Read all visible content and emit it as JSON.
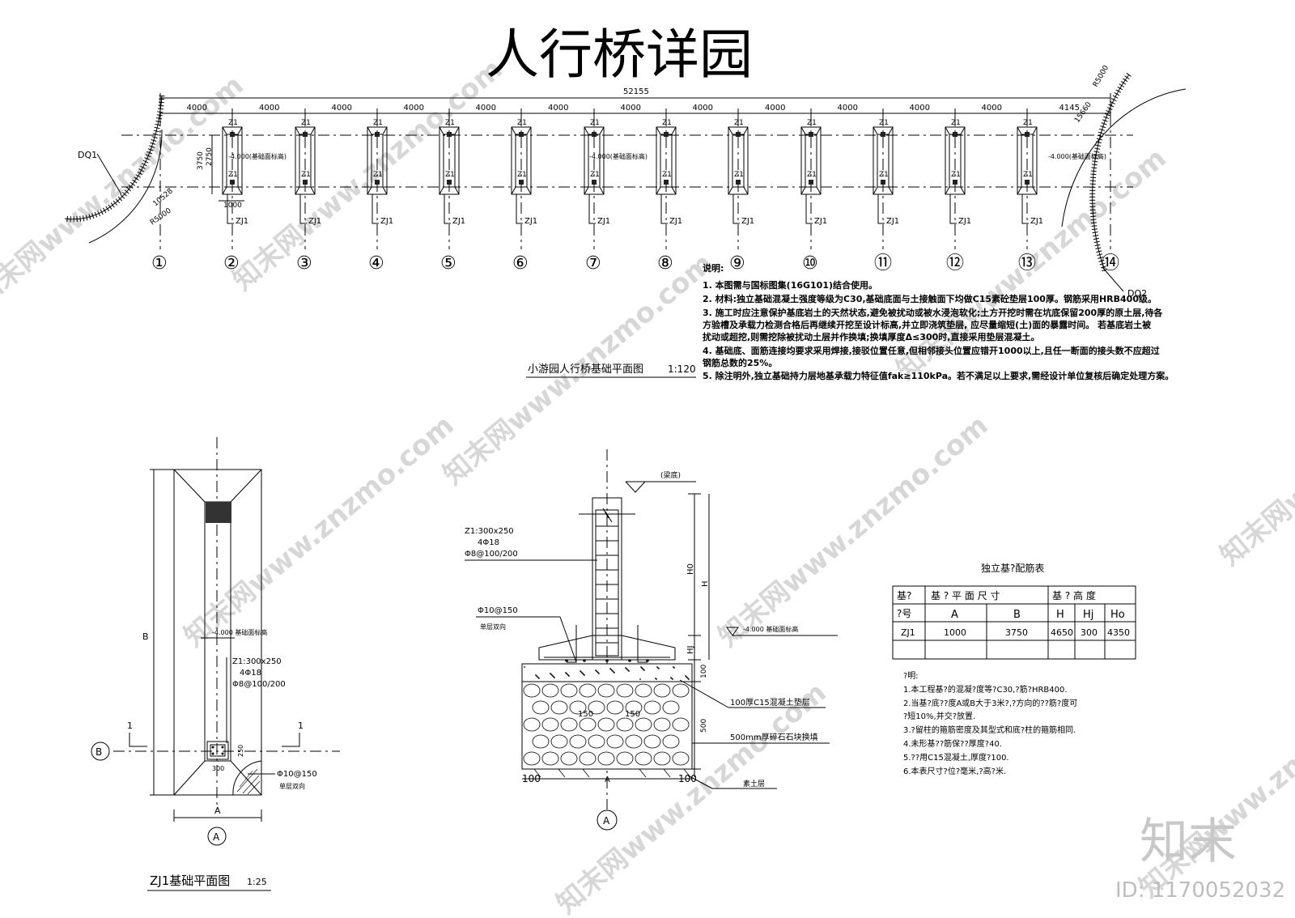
{
  "title": "人行桥详园",
  "plan": {
    "total_dim": "52155",
    "span_dims": [
      "4000",
      "4000",
      "4000",
      "4000",
      "4000",
      "4000",
      "4000",
      "4000",
      "4000",
      "4000",
      "4000",
      "4000",
      "4145"
    ],
    "grid_labels": [
      "①",
      "②",
      "③",
      "④",
      "⑤",
      "⑥",
      "⑦",
      "⑧",
      "⑨",
      "⑩",
      "⑪",
      "⑫",
      "⑬",
      "⑭"
    ],
    "column_label": "Z1",
    "footing_label": "ZJ1",
    "dim_3750": "3750",
    "dim_2750": "2750",
    "dim_1000": "1000",
    "elev_label": "-4.000(基础面标高)",
    "left_arc": {
      "label": "DQ1",
      "r1": "R5000",
      "r2": "10528"
    },
    "right_arc": {
      "label": "DQ2",
      "r1": "R5000",
      "r2": "15660"
    },
    "caption": "小游园人行桥基础平面图",
    "scale": "1:120"
  },
  "notes": {
    "heading": "说明:",
    "items": [
      "1.  本图需与国标图集(16G101)结合使用。",
      "2.  材料:独立基础混凝土强度等级为C30,基础底面与土接触面下均做C15素砼垫层100厚。钢筋采用HRB400级。",
      "3.  施工时应注意保护基底岩土的天然状态,避免被扰动或被水浸泡软化;土方开挖时需在坑底保留200厚的原土层,待各",
      "    方验槽及承载力检测合格后再继续开挖至设计标高,并立即浇筑垫层,  应尽量缩短(土)面的暴露时间。  若基底岩土被",
      "    扰动或超挖,则需挖除被扰动土层并作换填;换填厚度Δ≤300时,直接采用垫层混凝土。",
      "4.  基础底、面筋连接均要求采用焊接,接驳位置任意,但相邻接头位置应错开1000以上,且任一断面的接头数不应超过",
      "    钢筋总数的25%。",
      "5. 除注明外,独立基础持力层地基承载力特征值fak≥110kPa。若不满足以上要求,需经设计单位复核后确定处理方案。"
    ]
  },
  "zj1_plan": {
    "dim_B": "B",
    "dim_A": "A",
    "elev": "-4.000 基础面标高",
    "col_info": [
      "Z1:300x250",
      "4Φ18",
      "Φ8@100/200"
    ],
    "dim_250": "250",
    "dim_300": "300",
    "rebar": "Φ10@150",
    "rebar_note": "单层双向",
    "grid_B": "B",
    "grid_A": "A",
    "cut": "1",
    "caption": "ZJ1基础平面图",
    "scale": "1:25"
  },
  "section": {
    "top_label": "(梁底)",
    "col_info": [
      "Z1:300x250",
      "4Φ18",
      "Φ8@100/200"
    ],
    "rebar": "Φ10@150",
    "rebar_note": "单层双向",
    "elev": "-4.000 基础面标高",
    "dims": {
      "H0": "H0",
      "H": "H",
      "HJ": "HJ",
      "d100": "100",
      "d500": "500",
      "d150a": "150",
      "d150b": "150",
      "b100a": "100",
      "b100b": "100",
      "A": "A"
    },
    "layer1": "100厚C15混凝土垫层",
    "layer2": "500mm厚碎石石块换填",
    "layer3": "素土层",
    "grid_A": "A"
  },
  "table": {
    "title": "独立基?配筋表",
    "header1": [
      "基?",
      "基 ? 平 面 尺 寸",
      "基 ? 高 度"
    ],
    "header2": [
      "?号",
      "A",
      "B",
      "H",
      "Hj",
      "Ho"
    ],
    "row": [
      "ZJ1",
      "1000",
      "3750",
      "4650",
      "300",
      "4350"
    ]
  },
  "table_notes": {
    "heading": "?明:",
    "items": [
      "1.本工程基?的混凝?度等?C30,?筋?HRB400.",
      "2.当基?底??度A或B大于3米?,?方向的??筋?度可",
      "   ?短10%,并交?放置.",
      "3.?留柱的箍筋密度及其型式和底?柱的箍筋相同.",
      "4.未形基??筋保??厚度?40.",
      "5.??用C15混凝土,厚度?100.",
      "6.本表尺寸?位?毫米,?高?米."
    ]
  },
  "watermark": {
    "logo": "知末",
    "id": "ID: 1170052032",
    "site": "知末网www.znzmo.com"
  }
}
